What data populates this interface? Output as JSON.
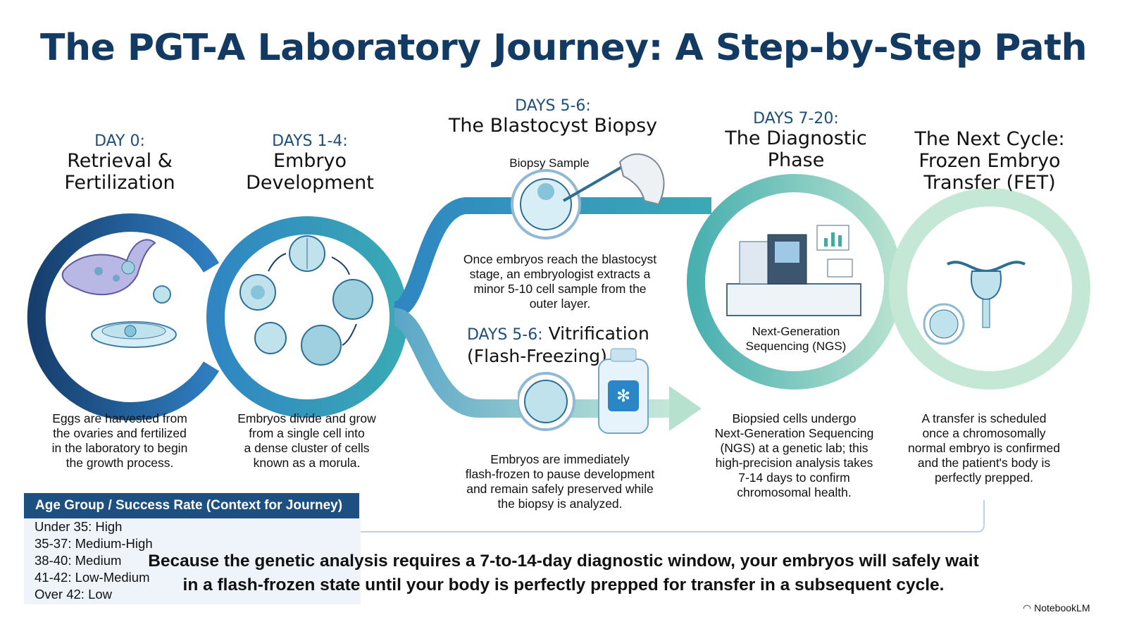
{
  "title": "The PGT-A Laboratory Journey: A Step-by-Step Path",
  "stages": [
    {
      "day": "DAY 0:",
      "name_line1": "Retrieval &",
      "name_line2": "Fertilization",
      "description": [
        "Eggs are harvested from",
        "the ovaries and fertilized",
        "in the laboratory to begin",
        "the growth process."
      ]
    },
    {
      "day": "DAYS 1-4:",
      "name_line1": "Embryo",
      "name_line2": "Development",
      "description": [
        "Embryos divide and grow",
        "from a single cell into",
        "a dense cluster of cells",
        "known as a morula."
      ]
    },
    {
      "day": "DAYS 5-6:",
      "name_line1": "The Blastocyst Biopsy",
      "name_line2": "",
      "label": "Biopsy Sample",
      "description": [
        "Once embryos reach the blastocyst",
        "stage, an embryologist extracts a",
        "minor 5-10 cell sample from the",
        "outer layer."
      ]
    },
    {
      "day": "DAYS 5-6:",
      "name_line1": "Vitrification",
      "name_line2": "(Flash-Freezing)",
      "description": [
        "Embryos are immediately",
        "flash-frozen to pause development",
        "and remain safely preserved while",
        "the biopsy is analyzed."
      ]
    },
    {
      "day": "DAYS 7-20:",
      "name_line1": "The Diagnostic",
      "name_line2": "Phase",
      "label_line1": "Next-Generation",
      "label_line2": "Sequencing (NGS)",
      "description": [
        "Biopsied cells undergo",
        "Next-Generation Sequencing",
        "(NGS) at a genetic lab; this",
        "high-precision analysis takes",
        "7-14 days to confirm",
        "chromosomal health."
      ]
    },
    {
      "day": "",
      "name_line1": "The Next Cycle:",
      "name_line2": "Frozen Embryo",
      "name_line3": "Transfer (FET)",
      "description": [
        "A transfer is scheduled",
        "once a chromosomally",
        "normal embryo is confirmed",
        "and the patient's body is",
        "perfectly prepped."
      ]
    }
  ],
  "table": {
    "header": "Age Group / Success Rate (Context for Journey)",
    "rows": [
      "Under 35: High",
      "35-37: Medium-High",
      "38-40: Medium",
      "41-42: Low-Medium",
      "Over 42: Low"
    ]
  },
  "footer": {
    "line1": "Because the genetic analysis requires a 7-to-14-day diagnostic window, your embryos will safely wait",
    "line2": "in a flash-frozen state until your body is perfectly prepped for transfer in a subsequent cycle."
  },
  "brand": "NotebookLM",
  "colors": {
    "navy": "#123a63",
    "blue": "#2a6fb0",
    "teal": "#3aa3b8",
    "mint": "#a7d9c9",
    "table_header": "#1d4f80"
  },
  "icons": [
    "ovary-egg-icon",
    "petri-dish-icon",
    "cell-division-icon",
    "pipette-hand-icon",
    "blastocyst-icon",
    "cryo-tank-icon",
    "ngs-lab-icon",
    "uterus-icon",
    "notebooklm-logo-icon"
  ]
}
